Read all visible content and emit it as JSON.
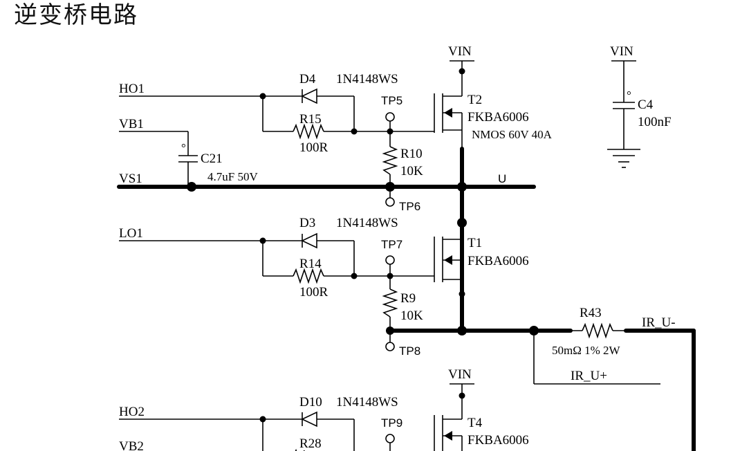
{
  "title": "逆变桥电路",
  "nets": {
    "ho1": "HO1",
    "vb1": "VB1",
    "vs1": "VS1",
    "lo1": "LO1",
    "ho2": "HO2",
    "vb2": "VB2",
    "u": "U",
    "ir_u_minus": "IR_U-",
    "ir_u_plus": "IR_U+",
    "vin_top": "VIN",
    "vin_c4": "VIN",
    "vin_t4": "VIN"
  },
  "components": {
    "d4": {
      "ref": "D4",
      "value": "1N4148WS"
    },
    "d3": {
      "ref": "D3",
      "value": "1N4148WS"
    },
    "d10": {
      "ref": "D10",
      "value": "1N4148WS"
    },
    "r15": {
      "ref": "R15",
      "value": "100R"
    },
    "r14": {
      "ref": "R14",
      "value": "100R"
    },
    "r28": {
      "ref": "R28"
    },
    "r10": {
      "ref": "R10",
      "value": "10K"
    },
    "r9": {
      "ref": "R9",
      "value": "10K"
    },
    "r43": {
      "ref": "R43",
      "value": "50mΩ 1%  2W"
    },
    "c21": {
      "ref": "C21",
      "value": "4.7uF 50V"
    },
    "c4": {
      "ref": "C4",
      "value": "100nF"
    },
    "t2": {
      "ref": "T2",
      "value": "FKBA6006",
      "desc": "NMOS 60V 40A"
    },
    "t1": {
      "ref": "T1",
      "value": "FKBA6006"
    },
    "t4": {
      "ref": "T4",
      "value": "FKBA6006"
    }
  },
  "testpoints": {
    "tp5": "TP5",
    "tp6": "TP6",
    "tp7": "TP7",
    "tp8": "TP8",
    "tp9": "TP9"
  }
}
